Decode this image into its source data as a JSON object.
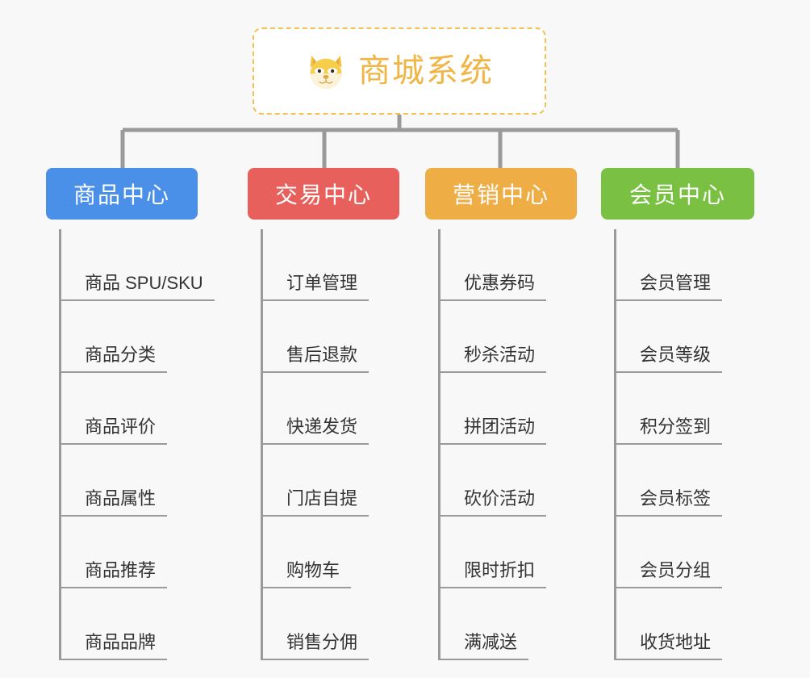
{
  "page": {
    "background_color": "#f8f8f8",
    "type": "mindmap",
    "connector_color": "#9a9a9a"
  },
  "root": {
    "title": "商城系统",
    "icon": "shiba-dog-face-icon",
    "text_color": "#f0b544",
    "border_color": "#f2c14e",
    "background_color": "#ffffff"
  },
  "branches": [
    {
      "label": "商品中心",
      "color": "#4a90e8",
      "leaves": [
        {
          "label": "商品 SPU/SKU"
        },
        {
          "label": "商品分类"
        },
        {
          "label": "商品评价"
        },
        {
          "label": "商品属性"
        },
        {
          "label": "商品推荐"
        },
        {
          "label": "商品品牌"
        }
      ]
    },
    {
      "label": "交易中心",
      "color": "#e8605c",
      "leaves": [
        {
          "label": "订单管理"
        },
        {
          "label": "售后退款"
        },
        {
          "label": "快递发货"
        },
        {
          "label": "门店自提"
        },
        {
          "label": "购物车"
        },
        {
          "label": "销售分佣"
        }
      ]
    },
    {
      "label": "营销中心",
      "color": "#eeae45",
      "leaves": [
        {
          "label": "优惠券码"
        },
        {
          "label": "秒杀活动"
        },
        {
          "label": "拼团活动"
        },
        {
          "label": "砍价活动"
        },
        {
          "label": "限时折扣"
        },
        {
          "label": "满减送"
        }
      ]
    },
    {
      "label": "会员中心",
      "color": "#7ac143",
      "leaves": [
        {
          "label": "会员管理"
        },
        {
          "label": "会员等级"
        },
        {
          "label": "积分签到"
        },
        {
          "label": "会员标签"
        },
        {
          "label": "会员分组"
        },
        {
          "label": "收货地址"
        }
      ]
    }
  ]
}
